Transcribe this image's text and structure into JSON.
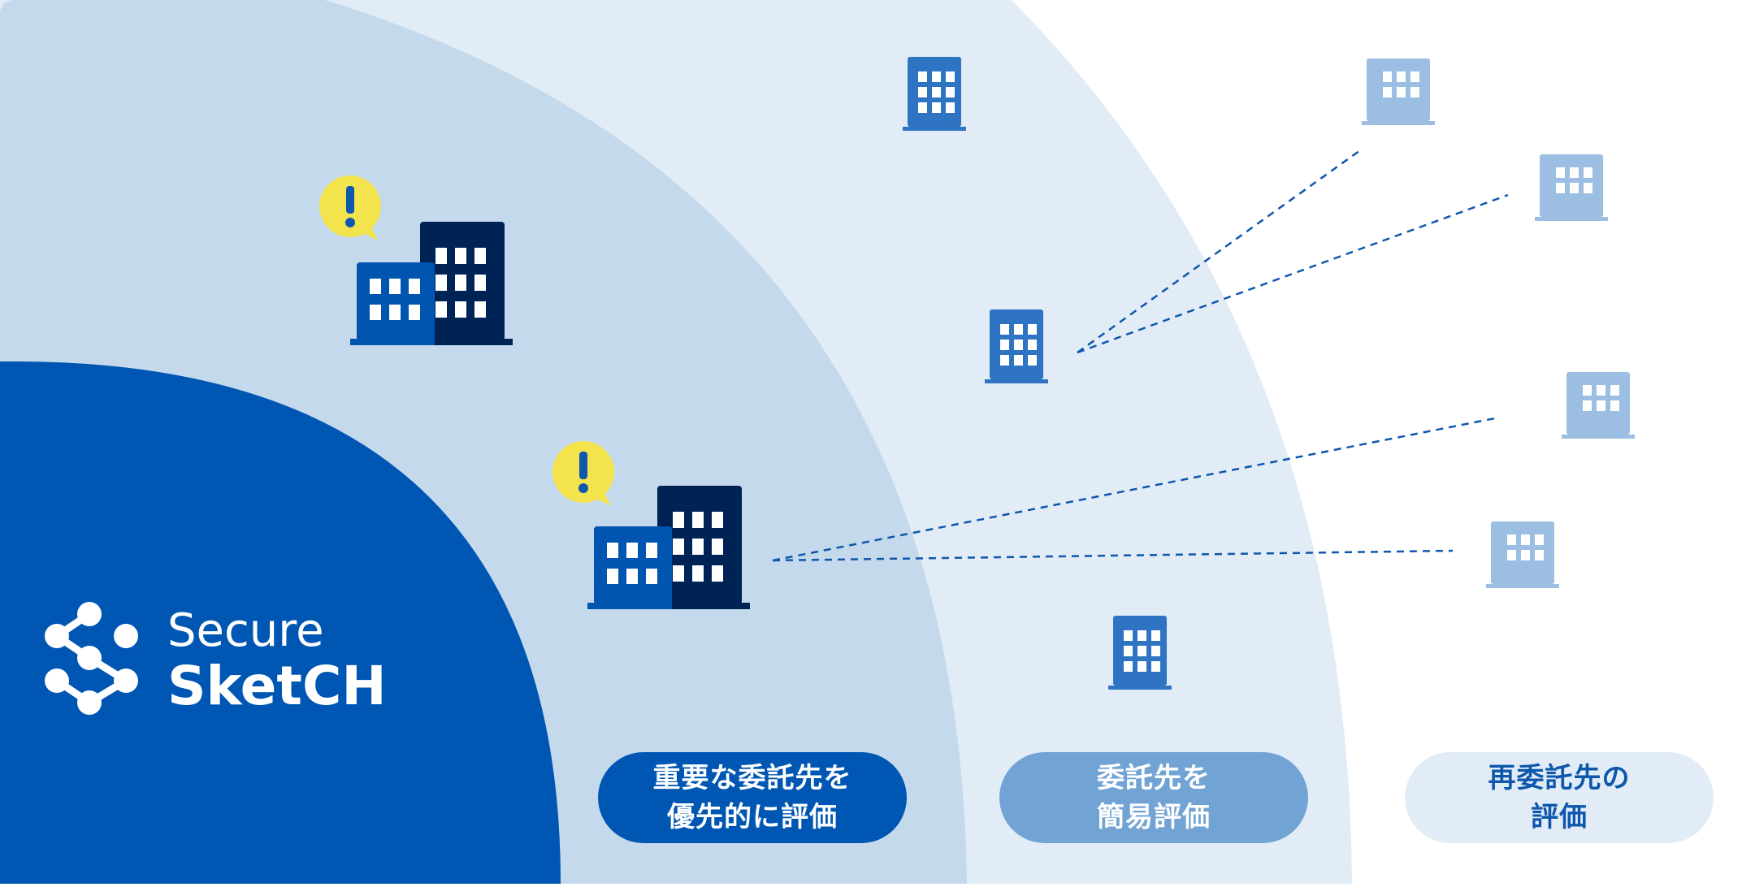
{
  "logo": {
    "line1": "Secure",
    "line2": "SketCH"
  },
  "zones": [
    {
      "label_lines": [
        "重要な委託先を",
        "優先的に評価"
      ]
    },
    {
      "label_lines": [
        "委託先を",
        "簡易評価"
      ]
    },
    {
      "label_lines": [
        "再委託先の",
        "評価"
      ]
    }
  ],
  "alert_symbol": "!",
  "colors": {
    "outer_ring": "#e2ecf6",
    "middle_ring": "#c5d9ed",
    "core": "#0057b3",
    "building_primary": "#0055b0",
    "building_dark": "#002356",
    "building_medium": "#2e74c2",
    "building_light": "#9cbee2",
    "alert_bubble": "#f3e44e",
    "connector_line": "#0d57ad"
  },
  "icons": [
    "secure-sketch-logo-icon",
    "building-pair-icon",
    "alert-bubble-icon",
    "building-icon",
    "sub-building-icon"
  ]
}
